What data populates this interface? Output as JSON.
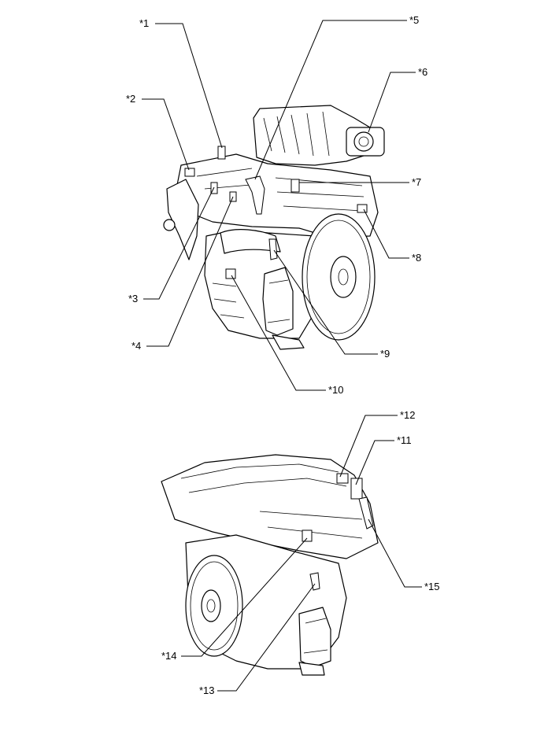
{
  "callouts": [
    {
      "id": "1",
      "label": "*1"
    },
    {
      "id": "2",
      "label": "*2"
    },
    {
      "id": "3",
      "label": "*3"
    },
    {
      "id": "4",
      "label": "*4"
    },
    {
      "id": "5",
      "label": "*5"
    },
    {
      "id": "6",
      "label": "*6"
    },
    {
      "id": "7",
      "label": "*7"
    },
    {
      "id": "8",
      "label": "*8"
    },
    {
      "id": "9",
      "label": "*9"
    },
    {
      "id": "10",
      "label": "*10"
    },
    {
      "id": "11",
      "label": "*11"
    },
    {
      "id": "12",
      "label": "*12"
    },
    {
      "id": "13",
      "label": "*13"
    },
    {
      "id": "14",
      "label": "*14"
    },
    {
      "id": "15",
      "label": "*15"
    }
  ]
}
